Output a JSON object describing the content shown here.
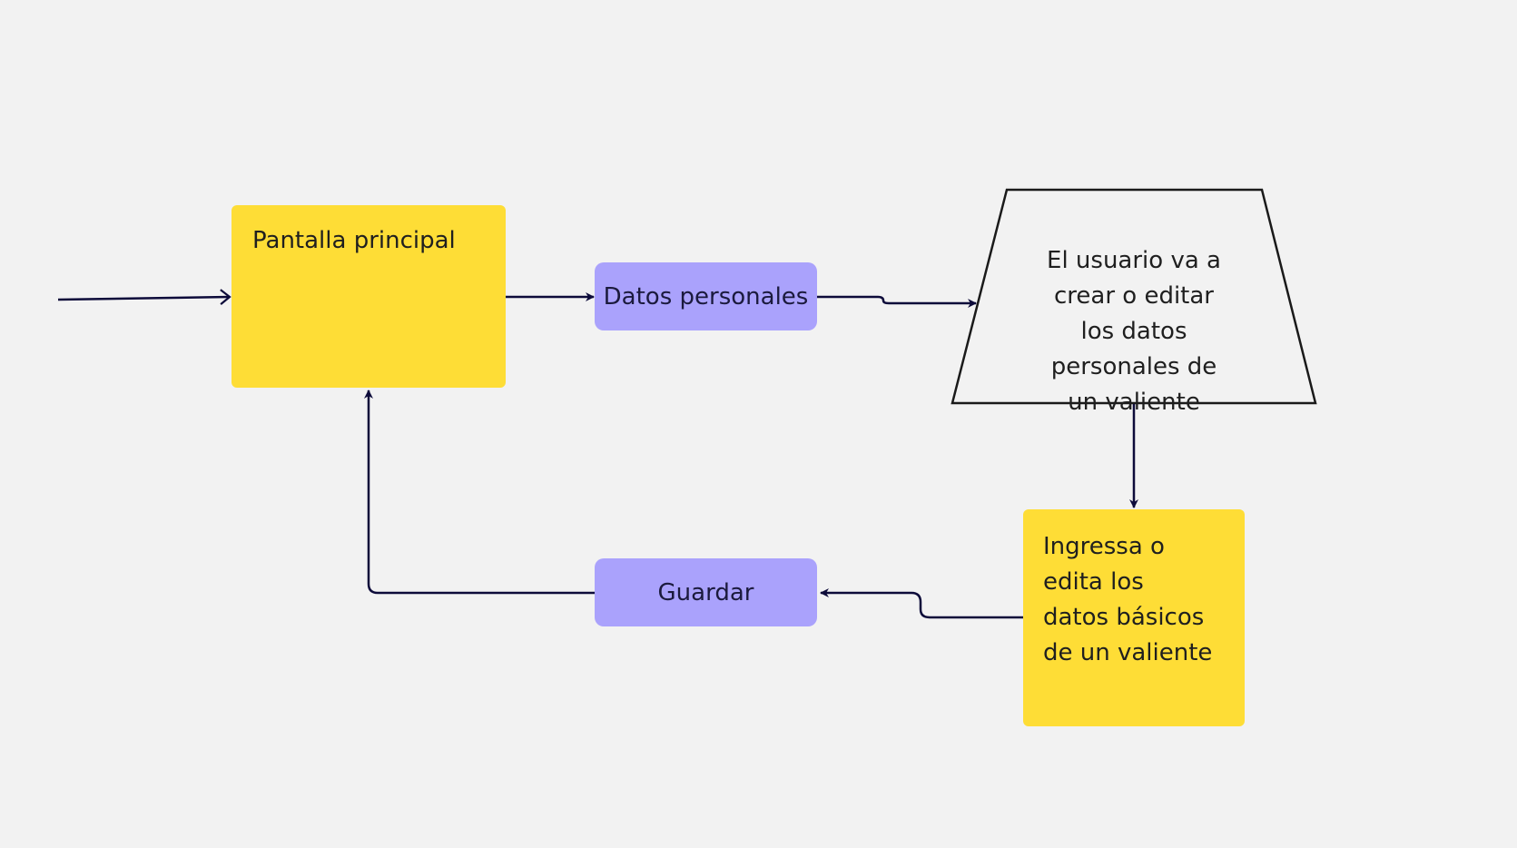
{
  "colors": {
    "background": "#f2f2f2",
    "sticky": "#fedd36",
    "pill": "#aaa2fc",
    "connector": "#0d0b3a",
    "shape_outline": "#1a1a1a"
  },
  "nodes": {
    "pantalla_principal": "Pantalla principal",
    "datos_personales": "Datos personales",
    "usuario_edita": "El usuario va a\ncrear o editar\nlos datos\npersonales de\nun valiente",
    "ingresa_datos": "Ingressa o\nedita  los\ndatos básicos\nde un valiente",
    "guardar": "Guardar"
  }
}
